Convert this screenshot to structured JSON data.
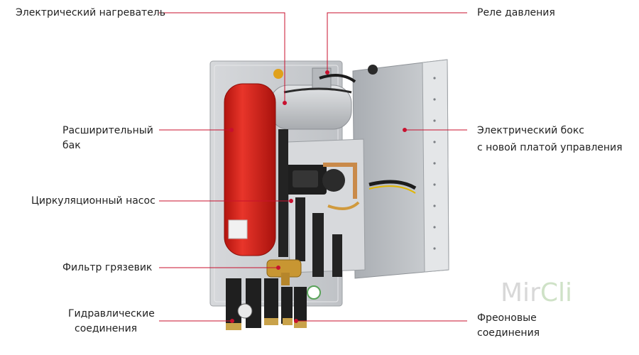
{
  "labels": {
    "heater": "Электрический нагреватель",
    "pressure_relay": "Реле давления",
    "expansion_tank_l1": "Расширительный",
    "expansion_tank_l2": "бак",
    "electric_box_l1": "Электрический бокс",
    "electric_box_l2": "с новой платой управления",
    "circulation_pump": "Циркуляционный насос",
    "dirt_filter": "Фильтр грязевик",
    "hydraulic_l1": "Гидравлические",
    "hydraulic_l2": "соединения",
    "freon_l1": "Фреоновые",
    "freon_l2": "соединения"
  },
  "watermark": {
    "mir": "Mir",
    "cli": "Cli"
  },
  "colors": {
    "leader": "#c8102e",
    "tank": "#d9261c",
    "panel": "#c9cbcf",
    "box": "#b9bcc1"
  }
}
